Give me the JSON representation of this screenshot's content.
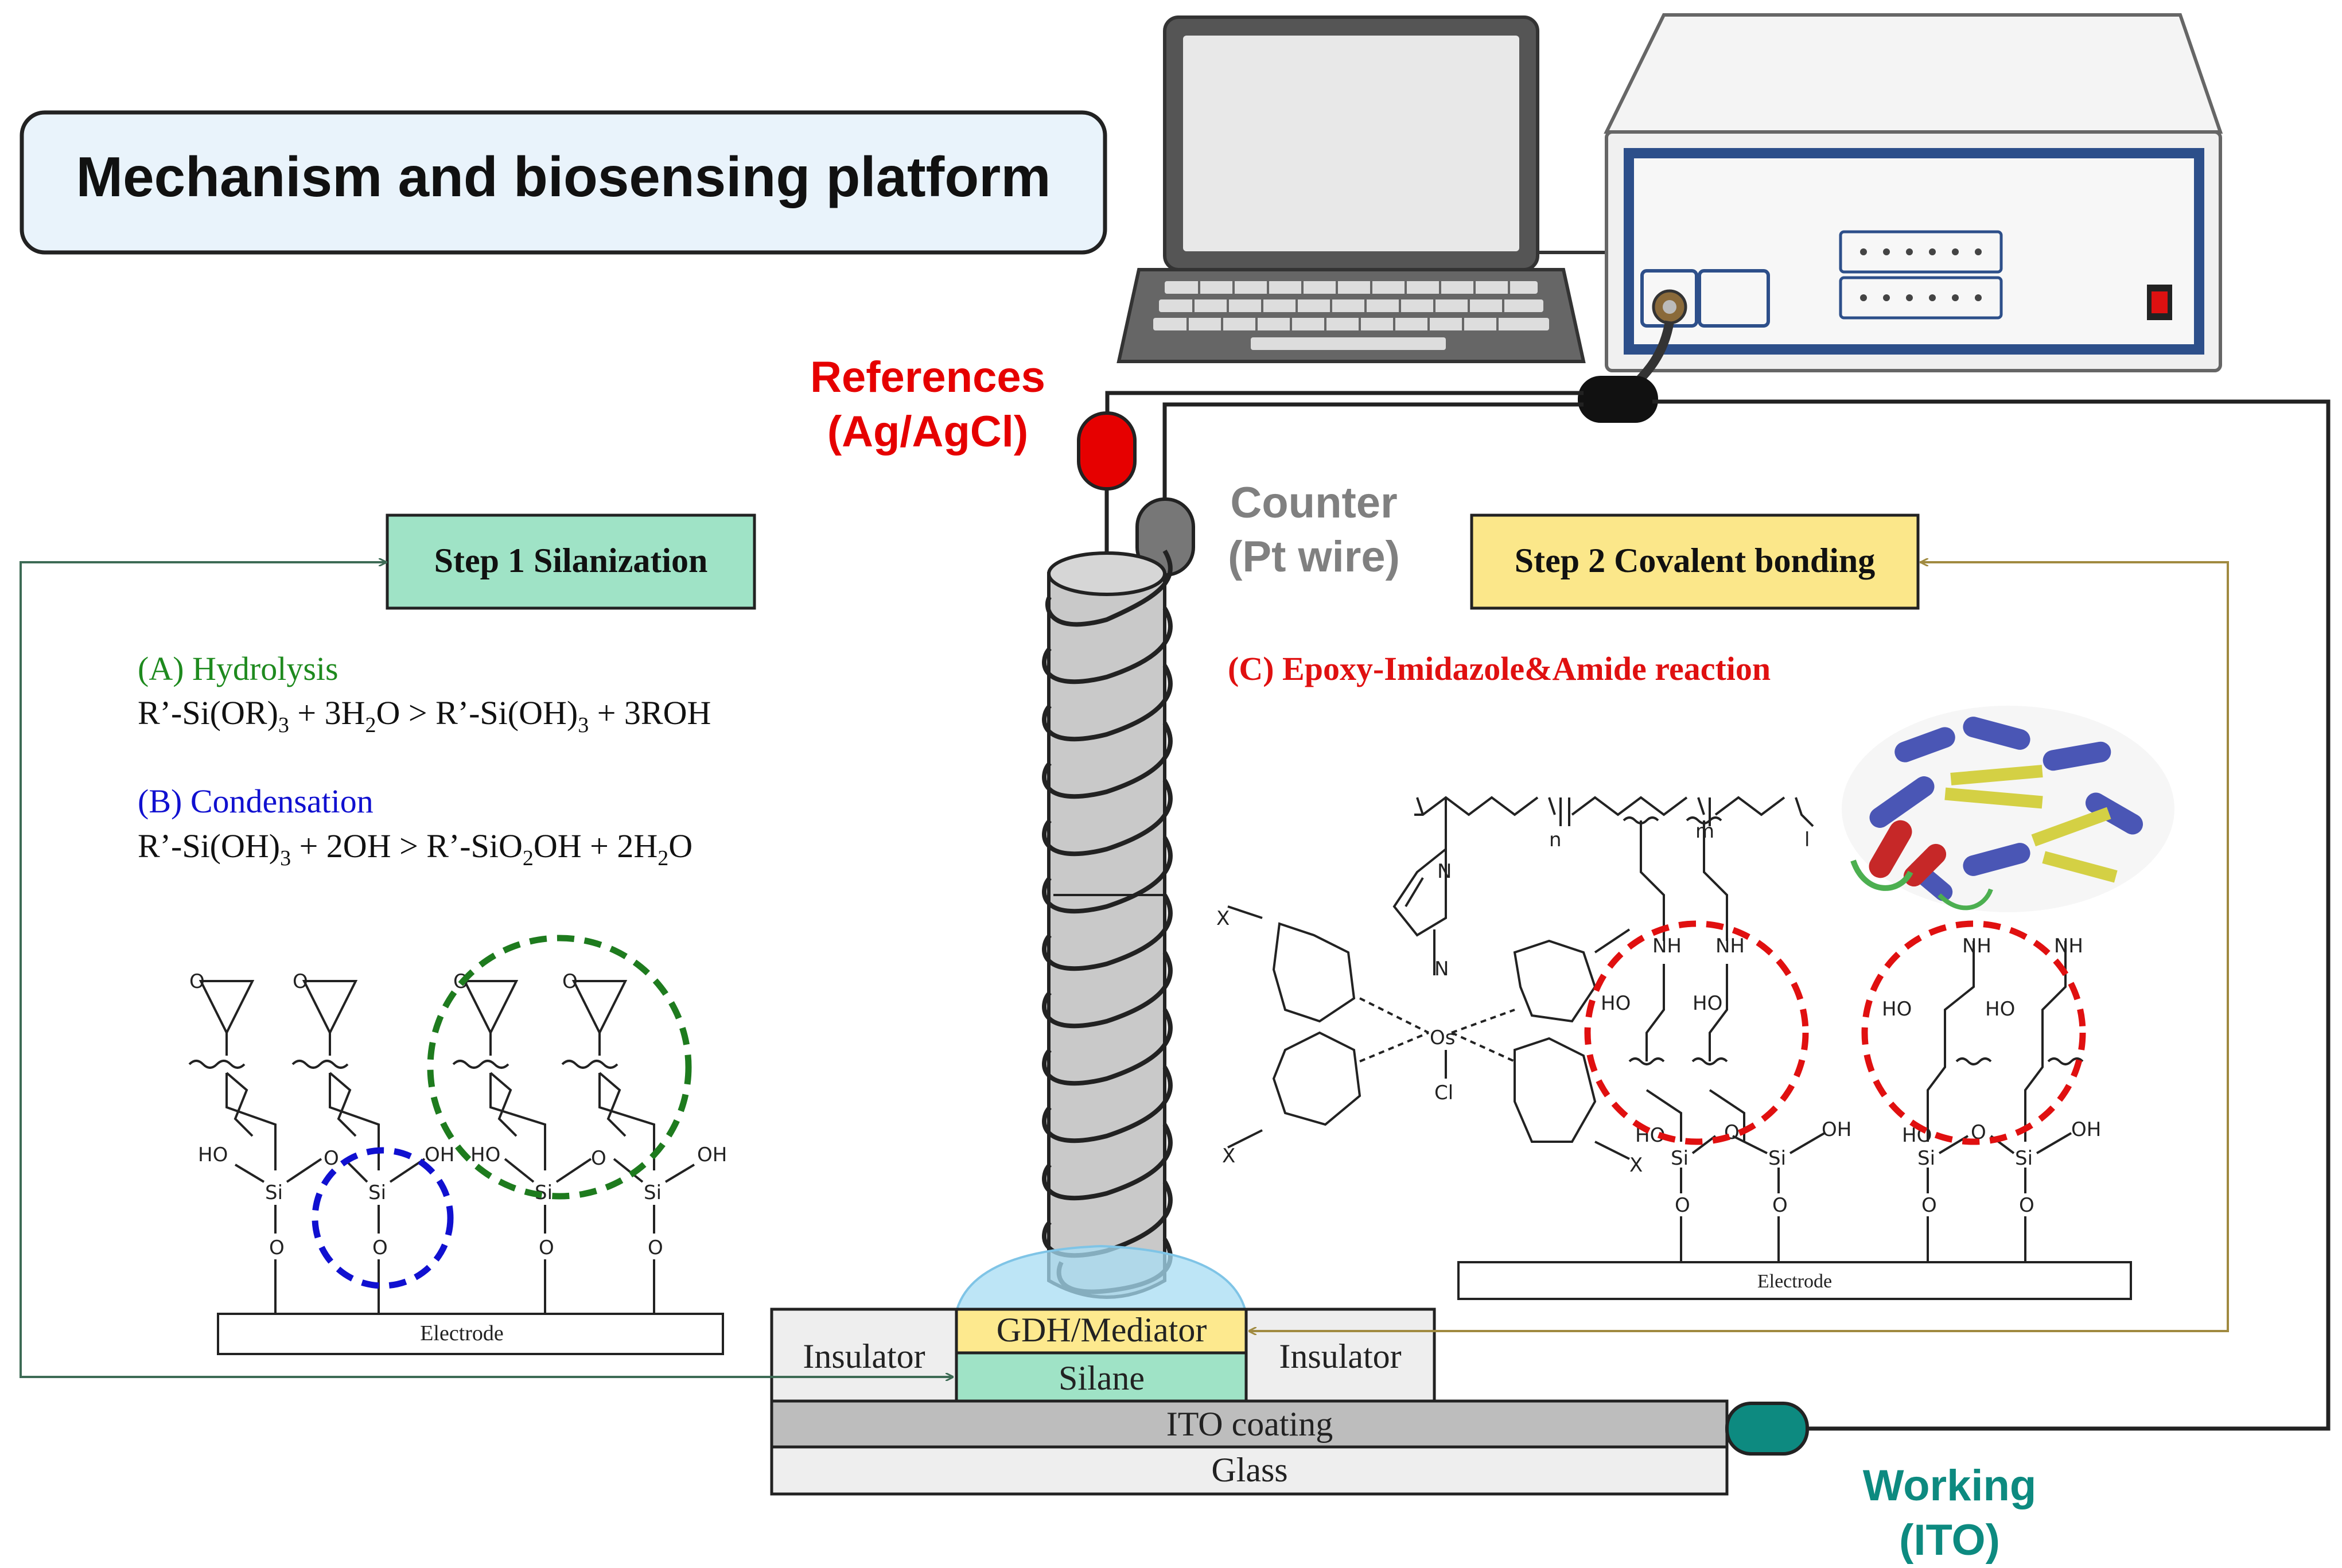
{
  "title": "Mechanism and biosensing platform",
  "electrodes": {
    "reference": {
      "line1": "References",
      "line2": "(Ag/AgCl)",
      "color": "#e60000"
    },
    "counter": {
      "line1": "Counter",
      "line2": "(Pt wire)",
      "color": "#808080"
    },
    "working": {
      "line1": "Working",
      "line2": "(ITO)",
      "color": "#0d8a80"
    }
  },
  "step1": {
    "label": "Step 1 Silanization",
    "hydrolysis_label": "(A) Hydrolysis",
    "condensation_label": "(B) Condensation",
    "electrode_label": "Electrode"
  },
  "step2": {
    "label": "Step 2 Covalent bonding",
    "reaction_label": "(C) Epoxy-Imidazole&Amide reaction",
    "electrode_label": "Electrode",
    "subscript_n": "n",
    "subscript_m": "m",
    "subscript_l": "l",
    "x_label": "X",
    "os_label": "Os",
    "cl_label": "Cl",
    "n_label": "N",
    "nh_label": "NH",
    "ho_label": "HO",
    "oh_label": "OH",
    "si_label": "Si",
    "o_label": "O"
  },
  "sensor": {
    "gdh": "GDH/Mediator",
    "silane": "Silane",
    "insulator_left": "Insulator",
    "insulator_right": "Insulator",
    "ito": "ITO coating",
    "glass": "Glass"
  },
  "colors": {
    "step1_box": "#9fe3c6",
    "step2_box": "#fbe78a",
    "gdh": "#fde98e",
    "silane": "#9fe3c6",
    "ito": "#bdbdbd",
    "insulator": "#eeeeee",
    "green_circle": "#1e7b1e",
    "blue_circle": "#1010d0",
    "red_circle": "#e01010",
    "arrow_left": "#3d6b55",
    "arrow_right": "#a08a40"
  }
}
